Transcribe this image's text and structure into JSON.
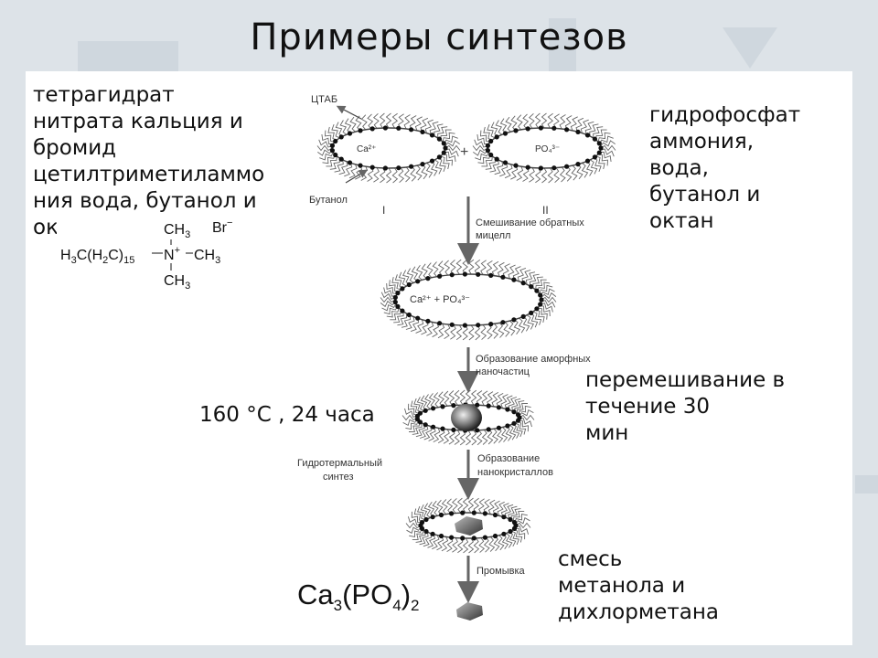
{
  "slide": {
    "title": "Примеры синтезов"
  },
  "texts": {
    "left_reagents": [
      "тетрагидрат",
      "нитрата кальция и",
      "бромид",
      "цетилтриметиламмо",
      "ния вода, бутанол и",
      "ок"
    ],
    "right_reagents": [
      "гидрофосфат",
      "аммония,",
      "вода,",
      "бутанол и",
      "октан"
    ],
    "stirring": [
      "перемешивание в",
      "течение 30",
      "мин"
    ],
    "conditions": "160 °C , 24 часа",
    "wash": [
      "смесь",
      "метанола и",
      "дихлорметана"
    ]
  },
  "product": {
    "base1": "Ca",
    "sub1": "3",
    "base2": "(PO",
    "sub2": "4",
    "base3": ")",
    "sub3": "2"
  },
  "structure": {
    "h3c": "H3C(H2C)15",
    "n": "N+",
    "ch3_top": "CH3",
    "ch3_right": "CH3",
    "ch3_bottom": "CH3",
    "br": "Br−"
  },
  "scheme": {
    "ctab": "ЦТАБ",
    "butanol": "Бутанол",
    "roman1": "I",
    "roman2": "II",
    "plus": "+",
    "micelle1_ion": "Ca²⁺",
    "micelle2_ion": "PO₄³⁻",
    "mixed_ions": "Ca²⁺  +  PO₄³⁻",
    "step_mixing": [
      "Смешивание обратных",
      "мицелл"
    ],
    "step_amorphous": [
      "Образование аморфных",
      "наночастиц"
    ],
    "step_hydrothermal": [
      "Гидротермальный",
      "синтез"
    ],
    "step_nanocrystals": [
      "Образование",
      "нанокристаллов"
    ],
    "step_wash": "Промывка"
  },
  "colors": {
    "background": "#dde3e8",
    "panel": "#ffffff",
    "scheme_gray": "#555555"
  }
}
